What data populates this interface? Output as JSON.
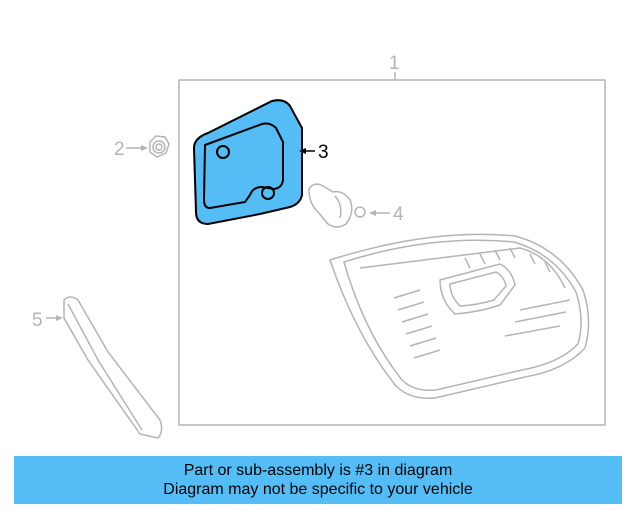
{
  "diagram": {
    "callouts": {
      "assembly": "1",
      "nut": "2",
      "gasket": "3",
      "bulb": "4",
      "trim": "5"
    }
  },
  "banner": {
    "line1": "Part or sub-assembly is #3 in diagram",
    "line2": "Diagram may not be specific to your vehicle"
  },
  "colors": {
    "highlight": "#55bdf5",
    "banner": "#55bdf5",
    "line": "#b4b4b4",
    "active_line": "#000000"
  }
}
